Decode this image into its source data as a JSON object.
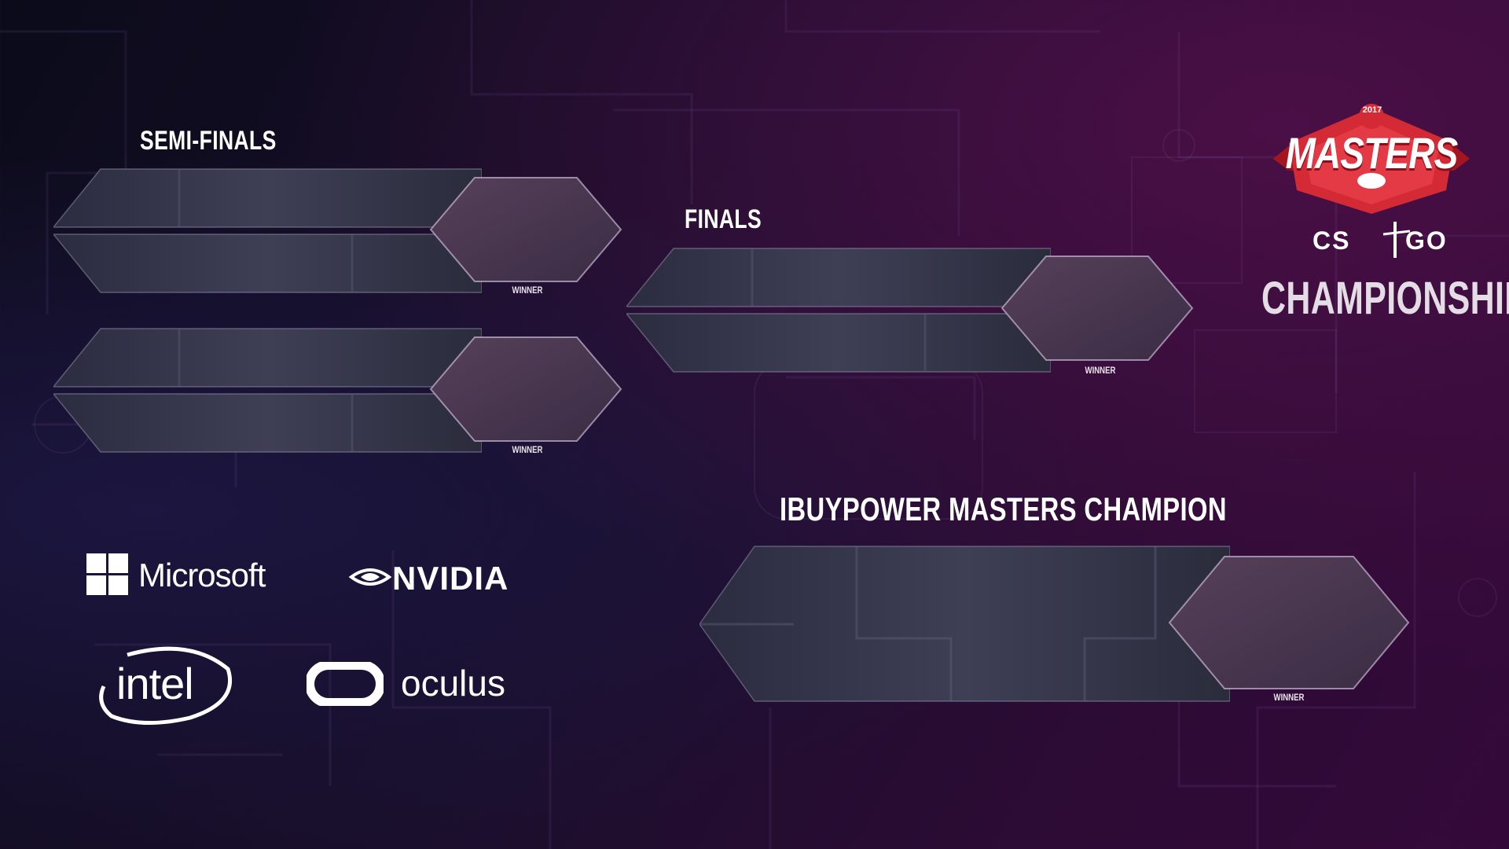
{
  "bracket": {
    "semi_finals_label": "SEMI-FINALS",
    "finals_label": "FINALS",
    "champion_label": "IBUYPOWER MASTERS CHAMPION",
    "winner_label": "WINNER"
  },
  "event_logo": {
    "year": "2017",
    "title": "MASTERS",
    "game": "CS:GO",
    "game_left": "CS",
    "game_right": "GO",
    "subtitle": "CHAMPIONSHIP"
  },
  "sponsors": {
    "microsoft": "Microsoft",
    "nvidia": "NVIDIA",
    "intel": "intel",
    "oculus": "oculus"
  },
  "colors": {
    "accent_red": "#d42a36",
    "slot_fill": "#3a3a50",
    "hex_fill": "#4a3850"
  }
}
